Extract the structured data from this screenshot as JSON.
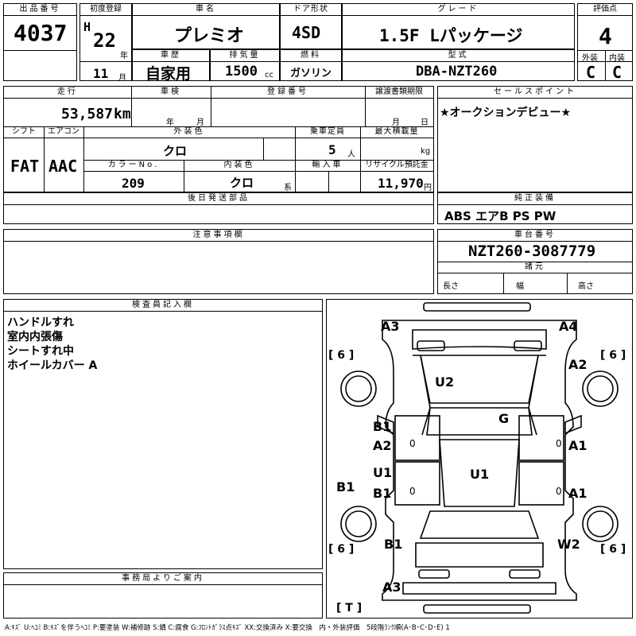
{
  "lot": {
    "label": "出品番号",
    "value": "4037"
  },
  "first_reg": {
    "label": "初度登録",
    "era": "H",
    "year": "22",
    "year_unit": "年",
    "month": "11",
    "month_unit": "月"
  },
  "car_name": {
    "label": "車名",
    "value": "プレミオ"
  },
  "door": {
    "label": "ドア形状",
    "value": "4SD"
  },
  "grade": {
    "label": "グレード",
    "value": "1.5F Lパッケージ"
  },
  "score": {
    "label": "評価点",
    "value": "4",
    "ext_label": "外装",
    "int_label": "内装",
    "ext": "C",
    "int": "C"
  },
  "history": {
    "label": "車歴",
    "value": "自家用"
  },
  "displacement": {
    "label": "排気量",
    "value": "1500",
    "unit": "cc"
  },
  "fuel": {
    "label": "燃料",
    "value": "ガソリン"
  },
  "model": {
    "label": "型式",
    "value": "DBA-NZT260"
  },
  "mileage": {
    "label": "走行",
    "value": "53,587",
    "unit": "km"
  },
  "inspection": {
    "label": "車検",
    "year_unit": "年",
    "month_unit": "月"
  },
  "reg_no": {
    "label": "登録番号"
  },
  "transfer": {
    "label": "譲渡書類期限",
    "month_unit": "月",
    "day_unit": "日"
  },
  "sales_point": {
    "label": "セールスポイント",
    "value": "★オークションデビュー★"
  },
  "shift": {
    "label": "シフト",
    "value": "FAT"
  },
  "aircon": {
    "label": "エアコン",
    "value": "AAC"
  },
  "ext_color": {
    "label": "外装色",
    "value": "クロ"
  },
  "capacity": {
    "label": "乗車定員",
    "value": "5",
    "unit": "人"
  },
  "max_load": {
    "label": "最大積載量",
    "unit": "kg"
  },
  "color_no": {
    "label": "カラーNo.",
    "value": "209"
  },
  "int_color": {
    "label": "内装色",
    "value": "クロ",
    "unit": "系"
  },
  "import": {
    "label": "輸入車"
  },
  "recycle": {
    "label": "リサイクル預託金",
    "value": "11,970",
    "unit": "円"
  },
  "later_parts": {
    "label": "後日発送部品"
  },
  "genuine": {
    "label": "純正装備",
    "value": "ABS エアB PS PW"
  },
  "notes": {
    "label": "注意事項欄"
  },
  "chassis": {
    "label": "車台番号",
    "value": "NZT260-3087779"
  },
  "specs": {
    "label": "諸元",
    "length": "長さ",
    "width": "幅",
    "height": "高さ"
  },
  "inspector": {
    "label": "検査員記入欄",
    "lines": [
      "ハンドルすれ",
      "室内内張傷",
      "シートすれ中",
      "ホイールカバー A"
    ]
  },
  "office": {
    "label": "事務局よりご案内"
  },
  "diagram": {
    "marks": {
      "a3_top": "A3",
      "a4_top": "A4",
      "a2_right": "A2",
      "u2": "U2",
      "g": "G",
      "b1_left": "B1",
      "a2_left": "A2",
      "a1_right1": "A1",
      "u1_left": "U1",
      "b1_left2": "B1",
      "u1_center": "U1",
      "a1_right2": "A1",
      "b1_side": "B1",
      "b1_bottom": "B1",
      "w2": "W2",
      "a3_bottom": "A3"
    },
    "tire_labels": [
      "[ 6 ]",
      "[ 6 ]",
      "[ 6 ]",
      "[ 6 ]"
    ],
    "spare": "[ T ]",
    "zeros": [
      "0",
      "0",
      "0",
      "0"
    ]
  },
  "legend": "A:ｷｽﾞ U:ﾍｺﾐ B:ｷｽﾞを伴うﾍｺﾐ P:要塗装 W:補修跡 S:錆 C:腐食 G:ﾌﾛﾝﾄｶﾞﾗｽ点ｷｽﾞ XX:交換済み X:要交換　内・外装評価　5段階ﾗﾝｸ順(A･B･C･D･E) 1"
}
